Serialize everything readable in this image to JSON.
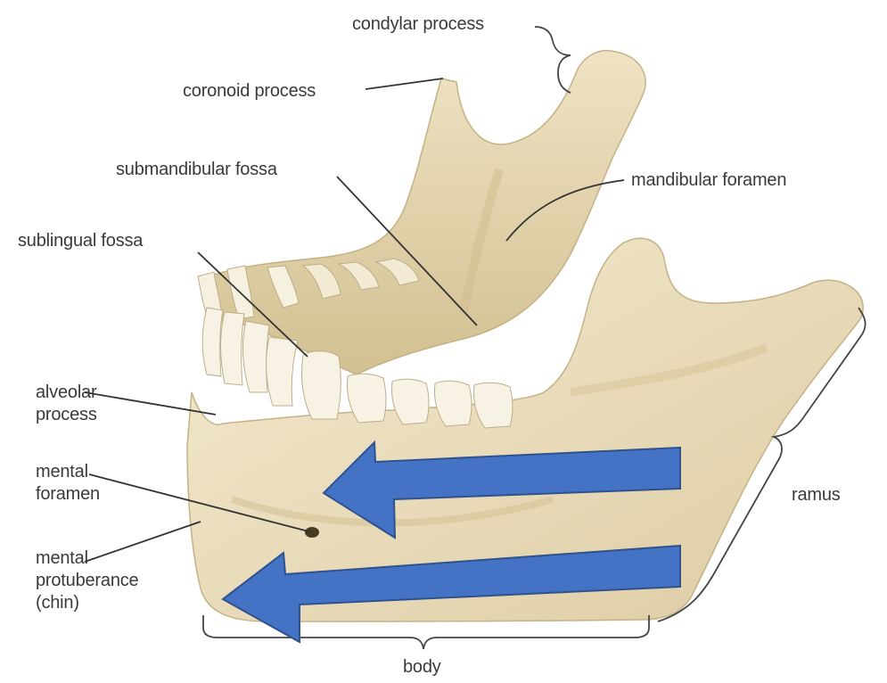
{
  "labels": {
    "condylar_process": "condylar process",
    "coronoid_process": "coronoid process",
    "submandibular_fossa": "submandibular fossa",
    "mandibular_foramen": "mandibular foramen",
    "sublingual_fossa": "sublingual fossa",
    "alveolar_process": [
      "alveolar",
      "process"
    ],
    "mental_foramen": [
      "mental",
      "foramen"
    ],
    "mental_protuberance": [
      "mental",
      "protuberance",
      "(chin)"
    ],
    "ramus": "ramus",
    "body": "body"
  },
  "colors": {
    "bone_fill": "#eee2c2",
    "bone_shadow": "#c9b88e",
    "tooth_fill": "#f6f0df",
    "leader_line": "#333333",
    "arrow_fill": "#4472c4",
    "arrow_stroke": "#2f528f"
  }
}
